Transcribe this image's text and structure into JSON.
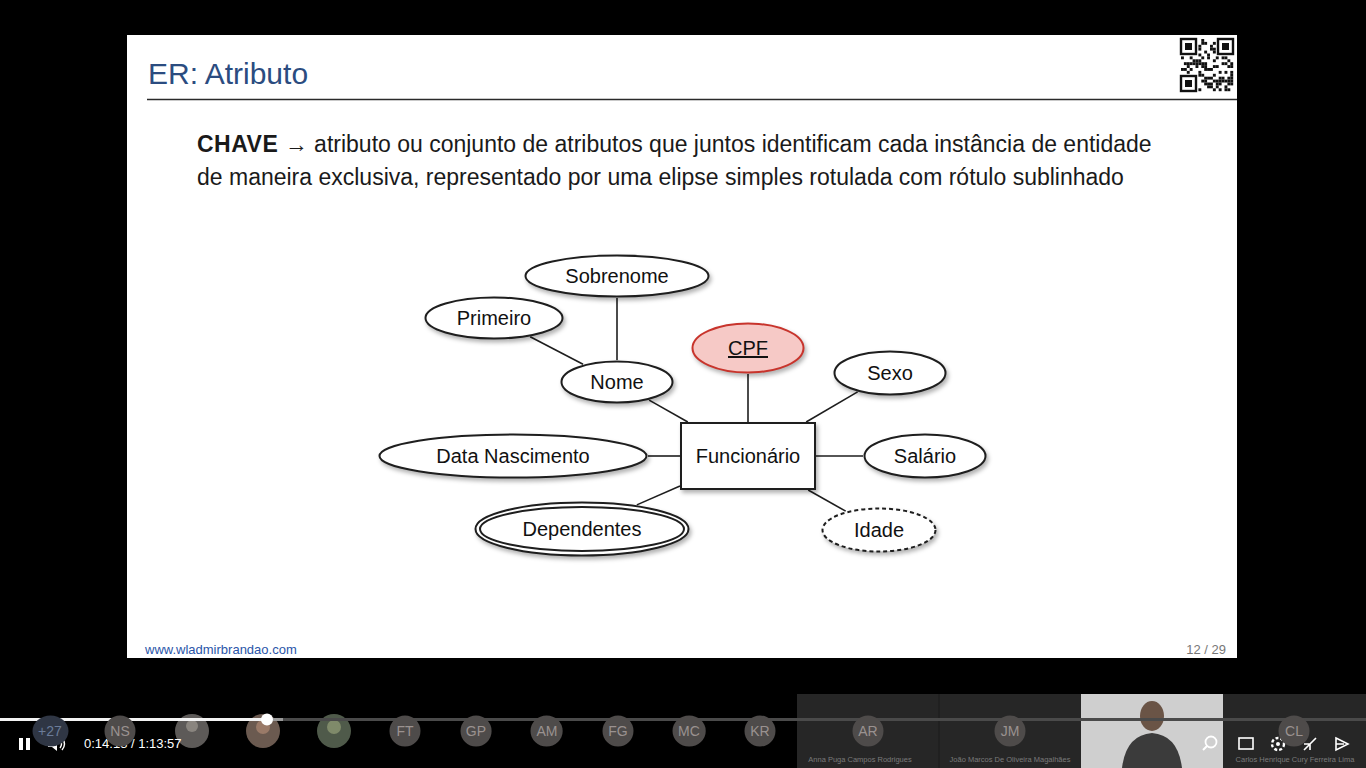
{
  "diagram": {
    "title": "ER: Atributo",
    "nodes": [
      {
        "text": [
          "Sobrenome"
        ]
      },
      {
        "text": [
          "Primeiro"
        ]
      },
      {
        "text": [
          "CPF"
        ]
      },
      {
        "text": [
          "Nome"
        ]
      },
      {
        "text": [
          "Sexo"
        ]
      },
      {
        "text": [
          "Data Nascimento"
        ]
      },
      {
        "text": [
          "Funcionário"
        ]
      },
      {
        "text": [
          "Salário"
        ]
      },
      {
        "text": [
          "Dependentes"
        ]
      },
      {
        "text": [
          "Idade"
        ]
      },
      {
        "text": [
          "+27"
        ]
      },
      {
        "text": [
          "NS"
        ]
      },
      {
        "text": [
          "FT"
        ]
      },
      {
        "text": [
          "GP"
        ]
      },
      {
        "text": [
          "AM"
        ]
      },
      {
        "text": [
          "FG"
        ]
      },
      {
        "text": [
          "MC"
        ]
      },
      {
        "text": [
          "KR"
        ]
      },
      {
        "text": [
          "AR"
        ]
      },
      {
        "text": [
          "JM"
        ]
      },
      {
        "text": [
          "CL"
        ]
      }
    ],
    "edges": [
      {
        "from": 3,
        "to": 0,
        "arrow": "none"
      },
      {
        "from": 3,
        "to": 1,
        "arrow": "none"
      },
      {
        "from": 6,
        "to": 3,
        "arrow": "none"
      },
      {
        "from": 6,
        "to": 2,
        "arrow": "none"
      },
      {
        "from": 6,
        "to": 4,
        "arrow": "none"
      },
      {
        "from": 6,
        "to": 5,
        "arrow": "none"
      },
      {
        "from": 6,
        "to": 7,
        "arrow": "none"
      },
      {
        "from": 6,
        "to": 8,
        "arrow": "none"
      },
      {
        "from": 6,
        "to": 9,
        "arrow": "none"
      }
    ],
    "labels": [
      "CHAVE",
      "→ atributo ou conjunto de atributos que juntos identificam cada instância de entidade de maneira exclusiva, representado por uma elipse simples rotulada com rótulo sublinhado",
      "www.wladmirbrandao.com",
      "12 / 29",
      "0:14:13 / 1:13:57",
      "Anna Puga Campos Rodrigues",
      "João Marcos De Oliveira Magalhães",
      "Carlos Henrique Cury Ferreira Lima"
    ]
  }
}
